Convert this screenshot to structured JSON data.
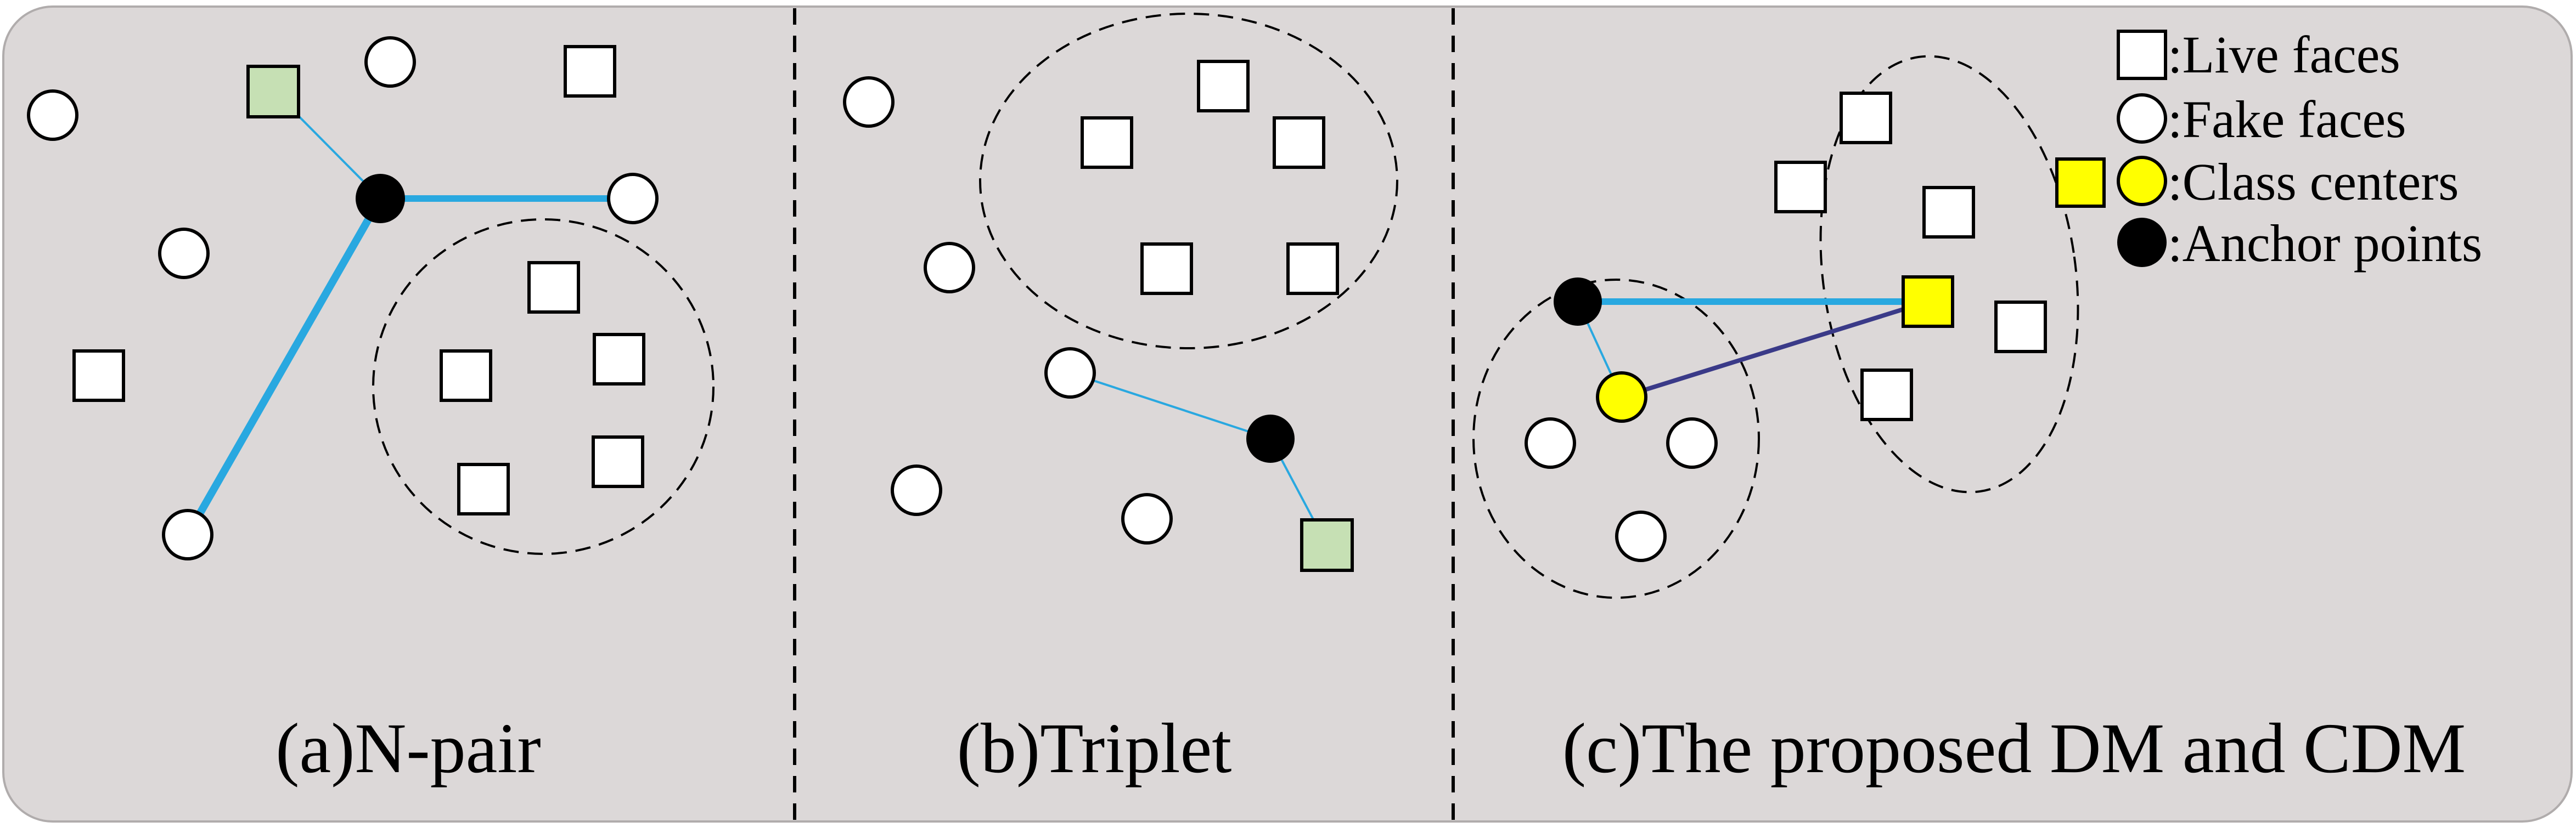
{
  "panels": [
    {
      "caption": "(a)N-pair"
    },
    {
      "caption": "(b)Triplet"
    },
    {
      "caption": "(c)The proposed DM and CDM"
    }
  ],
  "legend": {
    "live": ":Live faces",
    "fake": ":Fake faces",
    "centers": ":Class centers",
    "anchor": ":Anchor points"
  },
  "colors": {
    "background": "#dcd8d8",
    "live_face": "#ffffff",
    "fake_face": "#ffffff",
    "positive_sample": "#c6e0b4",
    "class_center": "#ffff00",
    "anchor": "#000000",
    "pull_line": "#29a8e0",
    "push_line": "#3a3a88"
  }
}
